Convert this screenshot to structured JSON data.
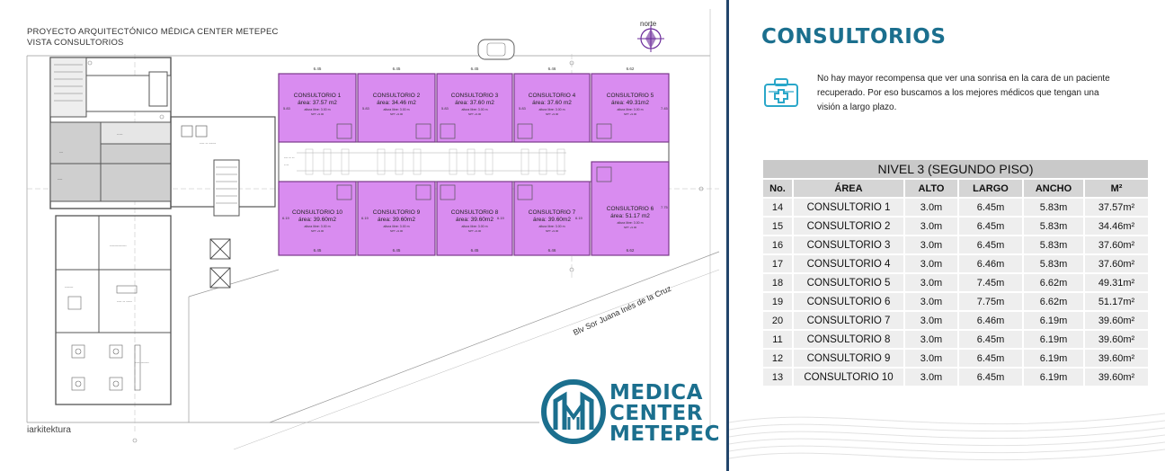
{
  "left": {
    "project_title": "PROYECTO ARQUITECTÓNICO MÉDICA CENTER METEPEC",
    "view_subtitle": "VISTA CONSULTORIOS",
    "north_label": "norte",
    "street_label": "Blv Sor Juana Inés de la Cruz",
    "credit": "iarkitektura",
    "brand": {
      "line1": "MEDICA",
      "line2": "CENTER",
      "line3": "METEPEC"
    },
    "rooms_top": [
      {
        "name": "CONSULTORIO 1",
        "area": "área: 37.57 m2",
        "height": "altura libre: 3.00 m",
        "npt": "NPT +9.00",
        "dim_top": "6.45",
        "dim_side": "5.83"
      },
      {
        "name": "CONSULTORIO 2",
        "area": "área: 34.46 m2",
        "height": "altura libre: 3.00 m",
        "npt": "NPT +9.00",
        "dim_top": "6.45",
        "dim_side": "5.83"
      },
      {
        "name": "CONSULTORIO 3",
        "area": "área: 37.60 m2",
        "height": "altura libre: 3.00 m",
        "npt": "NPT +9.00",
        "dim_top": "6.45",
        "dim_side": "5.83"
      },
      {
        "name": "CONSULTORIO 4",
        "area": "área: 37.60 m2",
        "height": "altura libre: 3.00 m",
        "npt": "NPT +9.00",
        "dim_top": "6.46",
        "dim_side": "5.83"
      },
      {
        "name": "CONSULTORIO 5",
        "area": "área: 49.31m2",
        "height": "altura libre: 3.00 m",
        "npt": "NPT +9.00",
        "dim_top": "6.62",
        "dim_side": "7.45"
      }
    ],
    "rooms_bottom": [
      {
        "name": "CONSULTORIO 10",
        "area": "área: 39.60m2",
        "height": "altura libre: 3.00 m",
        "npt": "NPT +9.00",
        "dim_bot": "6.45",
        "dim_side": "6.19"
      },
      {
        "name": "CONSULTORIO 9",
        "area": "área: 39.60m2",
        "height": "altura libre: 3.00 m",
        "npt": "NPT +9.00",
        "dim_bot": "6.45",
        "dim_side": "6.19"
      },
      {
        "name": "CONSULTORIO 8",
        "area": "área: 39.60m2",
        "height": "altura libre: 3.00 m",
        "npt": "NPT +9.00",
        "dim_bot": "6.45",
        "dim_side": "6.19"
      },
      {
        "name": "CONSULTORIO 7",
        "area": "área: 39.60m2",
        "height": "altura libre: 3.00 m",
        "npt": "NPT +9.00",
        "dim_bot": "6.46",
        "dim_side": "6.19"
      },
      {
        "name": "CONSULTORIO 6",
        "area": "área: 51.17 m2",
        "height": "altura libre: 3.00 m",
        "npt": "NPT +9.00",
        "dim_bot": "6.62",
        "dim_side": "7.75"
      }
    ],
    "plan_labels": {
      "wc": "---",
      "bodega": "----",
      "sala_espera": "---- -- ------",
      "administracion": "--------------",
      "comedor": "-------",
      "sala_juntas": "---- -- -----",
      "zona_general": "---- -------",
      "dim_a": "--.--",
      "dim_b": "-.--",
      "npt": "--- -- --"
    },
    "colors": {
      "room_fill": "#d98cf0",
      "room_stroke": "#7a3a8a",
      "wall": "#555555",
      "brand": "#1b6f8e"
    }
  },
  "right": {
    "title": "CONSULTORIOS",
    "description": "No hay mayor recompensa que ver una sonrisa en la cara de un paciente recuperado. Por eso buscamos a los mejores médicos que tengan una visión a largo plazo.",
    "icon": "medical-kit-icon",
    "table": {
      "title": "NIVEL 3 (SEGUNDO PISO)",
      "headers": {
        "no": "No.",
        "area": "ÁREA",
        "alto": "ALTO",
        "largo": "LARGO",
        "ancho": "ANCHO",
        "m2": "M²"
      },
      "rows": [
        {
          "no": "14",
          "area": "CONSULTORIO 1",
          "alto": "3.0m",
          "largo": "6.45m",
          "ancho": "5.83m",
          "m2": "37.57m²"
        },
        {
          "no": "15",
          "area": "CONSULTORIO 2",
          "alto": "3.0m",
          "largo": "6.45m",
          "ancho": "5.83m",
          "m2": "34.46m²"
        },
        {
          "no": "16",
          "area": "CONSULTORIO 3",
          "alto": "3.0m",
          "largo": "6.45m",
          "ancho": "5.83m",
          "m2": "37.60m²"
        },
        {
          "no": "17",
          "area": "CONSULTORIO 4",
          "alto": "3.0m",
          "largo": "6.46m",
          "ancho": "5.83m",
          "m2": "37.60m²"
        },
        {
          "no": "18",
          "area": "CONSULTORIO 5",
          "alto": "3.0m",
          "largo": "7.45m",
          "ancho": "6.62m",
          "m2": "49.31m²"
        },
        {
          "no": "19",
          "area": "CONSULTORIO 6",
          "alto": "3.0m",
          "largo": "7.75m",
          "ancho": "6.62m",
          "m2": "51.17m²"
        },
        {
          "no": "20",
          "area": "CONSULTORIO 7",
          "alto": "3.0m",
          "largo": "6.46m",
          "ancho": "6.19m",
          "m2": "39.60m²"
        },
        {
          "no": "11",
          "area": "CONSULTORIO 8",
          "alto": "3.0m",
          "largo": "6.45m",
          "ancho": "6.19m",
          "m2": "39.60m²"
        },
        {
          "no": "12",
          "area": "CONSULTORIO 9",
          "alto": "3.0m",
          "largo": "6.45m",
          "ancho": "6.19m",
          "m2": "39.60m²"
        },
        {
          "no": "13",
          "area": "CONSULTORIO 10",
          "alto": "3.0m",
          "largo": "6.45m",
          "ancho": "6.19m",
          "m2": "39.60m²"
        }
      ]
    },
    "colors": {
      "title": "#1b6f8e",
      "header_bg": "#d5d5d5",
      "row_bg": "#eeeeee",
      "divider": "#22456b"
    }
  }
}
